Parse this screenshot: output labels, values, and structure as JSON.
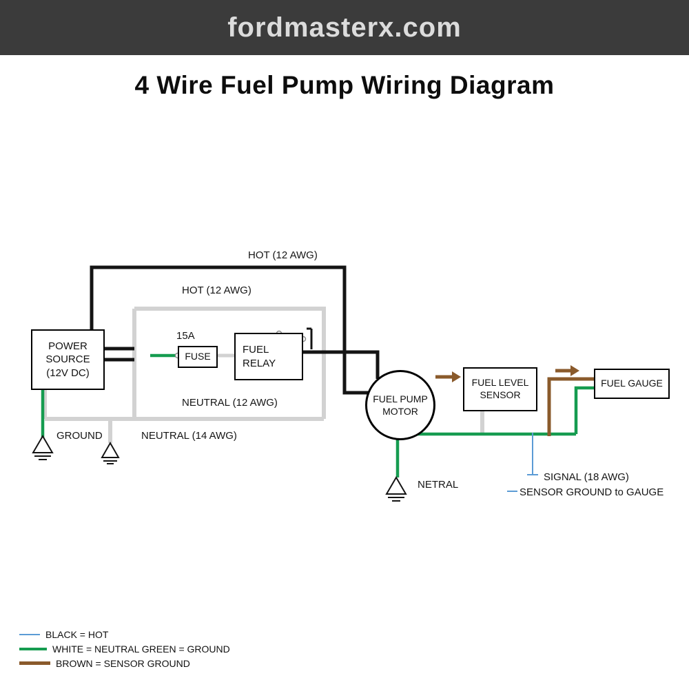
{
  "header": {
    "site_name": "fordmasterx.com"
  },
  "page": {
    "title": "4 Wire Fuel Pump Wiring Diagram"
  },
  "components": {
    "power_source": {
      "line1": "POWER",
      "line2": "SOURCE",
      "line3": "(12V DC)"
    },
    "fuse": {
      "label": "FUSE",
      "rating": "15A"
    },
    "relay": {
      "line1": "FUEL",
      "line2": "RELAY"
    },
    "motor": {
      "line1": "FUEL PUMP",
      "line2": "MOTOR"
    },
    "sensor": {
      "line1": "FUEL LEVEL",
      "line2": "SENSOR"
    },
    "gauge": {
      "label": "FUEL GAUGE"
    }
  },
  "wire_labels": {
    "hot_top": "HOT (12 AWG)",
    "hot_mid": "HOT (12 AWG)",
    "neutral_12": "NEUTRAL (12 AWG)",
    "neutral_14": "NEUTRAL (14 AWG)",
    "ground": "GROUND",
    "netral": "NETRAL",
    "signal": "SIGNAL (18 AWG)",
    "sensor_ground": "SENSOR GROUND to GAUGE"
  },
  "legend": {
    "items": [
      {
        "label": "BLACK = HOT",
        "color": "#5b9bd5"
      },
      {
        "label": "WHITE = NEUTRAL GREEN = GROUND",
        "color": "#169c50"
      },
      {
        "label": "BROWN = SENSOR GROUND",
        "color": "#8a5a2b"
      }
    ]
  },
  "colors": {
    "header_bg": "#3b3b3b",
    "hot_wire": "#141414",
    "neutral_wire": "#d2d2d2",
    "ground_wire": "#169c50",
    "sensor_ground_wire": "#8a5a2b",
    "signal_wire": "#5b9bd5"
  }
}
